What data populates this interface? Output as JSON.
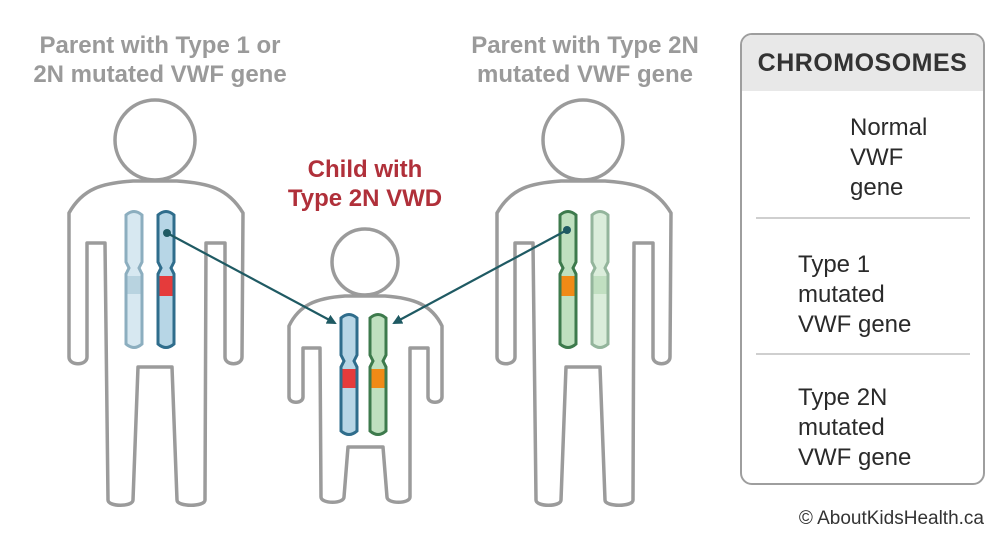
{
  "parent_left": {
    "label_line1": "Parent with Type 1 or",
    "label_line2": "2N mutated VWF gene"
  },
  "parent_right": {
    "label_line1": "Parent with Type 2N",
    "label_line2": "mutated VWF gene"
  },
  "child": {
    "label_line1": "Child with",
    "label_line2": "Type 2N VWD"
  },
  "legend": {
    "title": "CHROMOSOMES",
    "normal": {
      "line1": "Normal",
      "line2": "VWF",
      "line3": "gene"
    },
    "type1": {
      "line1": "Type 1",
      "line2": "mutated",
      "line3": "VWF gene"
    },
    "type2n": {
      "line1": "Type 2N",
      "line2": "mutated",
      "line3": "VWF gene"
    }
  },
  "copyright": "© AboutKidsHealth.ca",
  "colors": {
    "blue_stroke": "#2f6d8c",
    "blue_fill": "#b7d6e6",
    "green_stroke": "#3d7a4c",
    "green_fill": "#bfe0bf",
    "red_band": "#e53b3b",
    "orange_band": "#f08a16",
    "person_stroke": "#9b9b9b",
    "arrow": "#1f5a63"
  }
}
